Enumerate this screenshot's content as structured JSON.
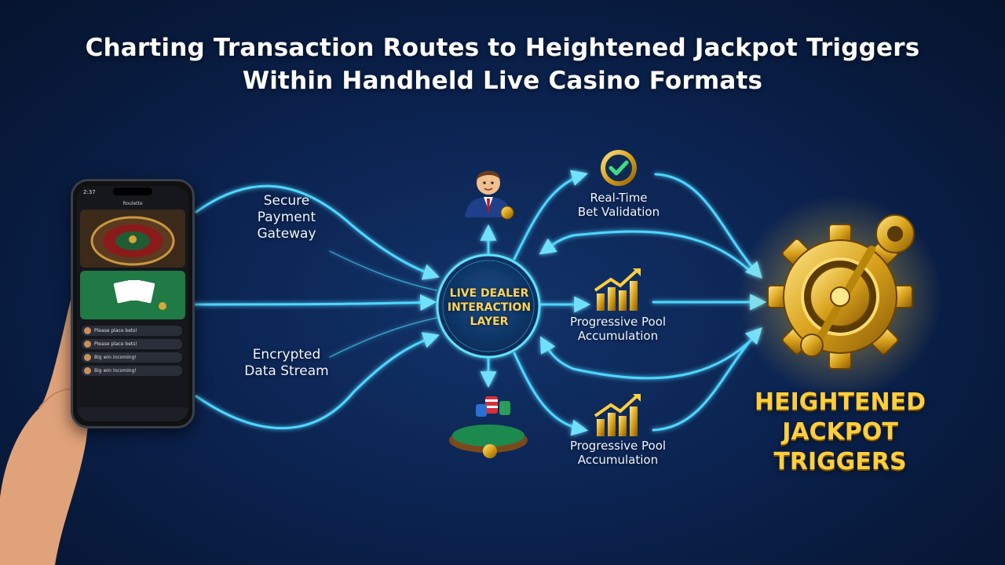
{
  "title": {
    "line1": "Charting Transaction Routes to Heightened Jackpot Triggers",
    "line2": "Within Handheld Live Casino Formats"
  },
  "labels": {
    "secure_payment": [
      "Secure",
      "Payment",
      "Gateway"
    ],
    "encrypted_data": [
      "Encrypted",
      "Data Stream"
    ],
    "hub": [
      "LIVE DEALER",
      "INTERACTION",
      "LAYER"
    ],
    "bet_validation": [
      "Real-Time",
      "Bet Validation"
    ],
    "progressive_pool_1": [
      "Progressive Pool",
      "Accumulation"
    ],
    "progressive_pool_2": [
      "Progressive Pool",
      "Accumulation"
    ],
    "jackpot": [
      "HEIGHTENED",
      "JACKPOT",
      "TRIGGERS"
    ]
  },
  "phone": {
    "status_time": "2:37",
    "app_title": "Roulette",
    "chat": [
      "Please place bets!",
      "Please place bets!",
      "Big win incoming!",
      "Big win incoming!"
    ]
  },
  "icons": {
    "dealer": "dealer-avatar-icon",
    "chips_table": "casino-table-chips-icon",
    "checkmark": "checkmark-badge-icon",
    "growth_chart": "growth-chart-icon",
    "jackpot_gear": "jackpot-gear-lever-icon"
  },
  "colors": {
    "background": "#0b2350",
    "flow_line": "#4fd6ff",
    "gold": "#ffcf3d",
    "hub_text": "#ffd35a"
  }
}
